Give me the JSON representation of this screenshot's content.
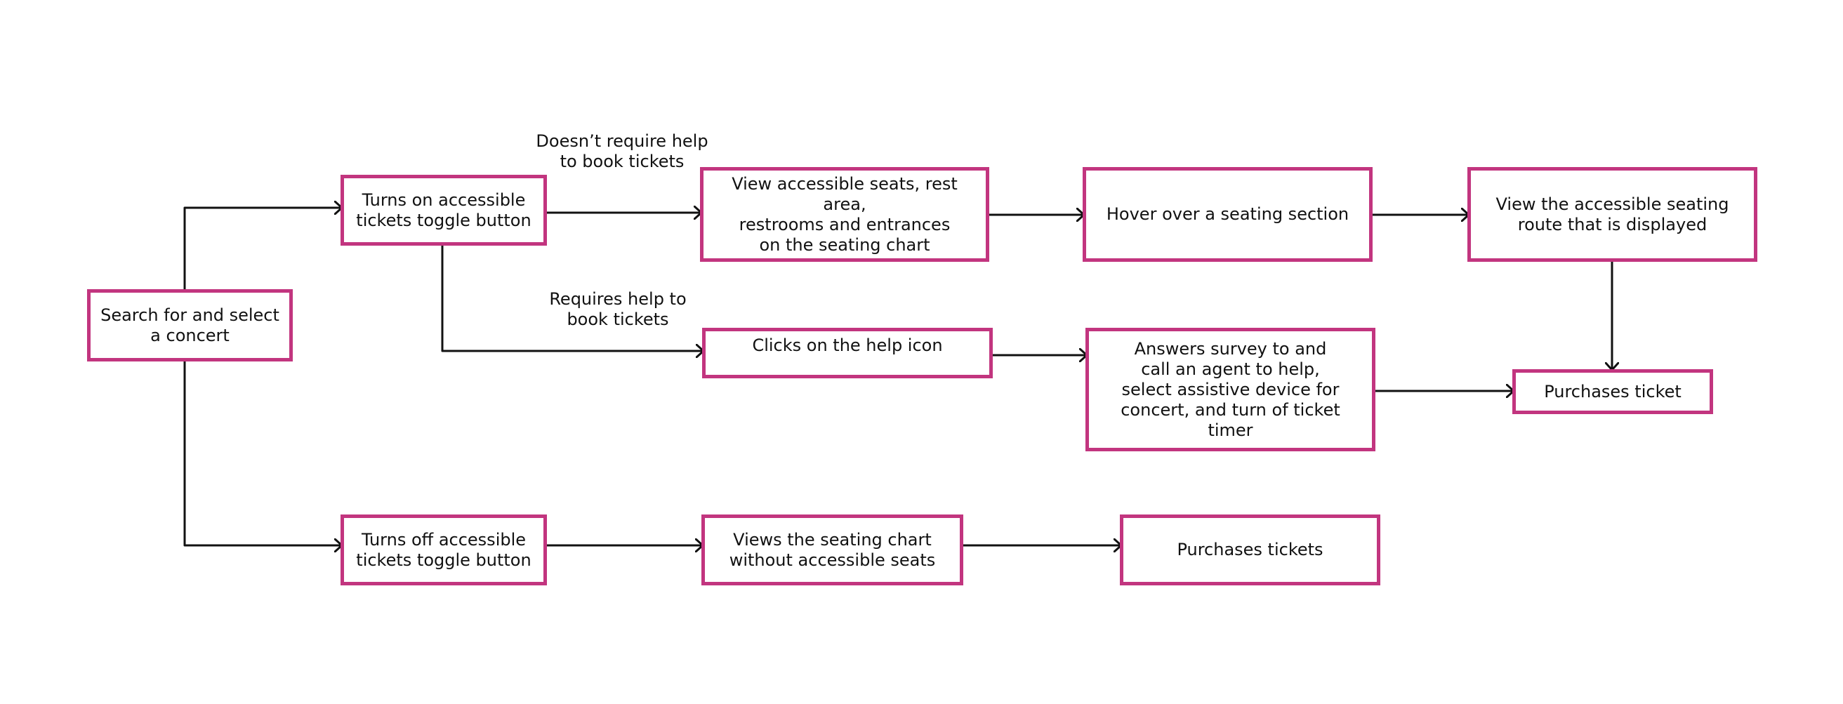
{
  "diagram": {
    "colors": {
      "node_border": "#C2357F",
      "edge": "#111111",
      "text": "#111111",
      "background": "#ffffff"
    },
    "nodes": {
      "search_select": "Search for and select\na concert",
      "toggle_on": "Turns on accessible\ntickets toggle button",
      "toggle_off": "Turns off accessible\ntickets toggle button",
      "view_accessible_seats": "View accessible seats, rest area,\nrestrooms and entrances\non the seating chart",
      "hover_section": "Hover over a seating section",
      "view_route": "View the accessible seating\nroute that is displayed",
      "click_help": "Clicks on the help icon",
      "answer_survey": "Answers survey to and\ncall an agent to help,\nselect assistive device for\nconcert, and turn of ticket\ntimer",
      "purchases_ticket": "Purchases ticket",
      "view_chart_no_access": "Views the seating chart\nwithout accessible seats",
      "purchases_tickets": "Purchases tickets"
    },
    "edge_labels": {
      "no_help": "Doesn’t require help\nto book tickets",
      "needs_help": "Requires help to\nbook tickets"
    }
  }
}
